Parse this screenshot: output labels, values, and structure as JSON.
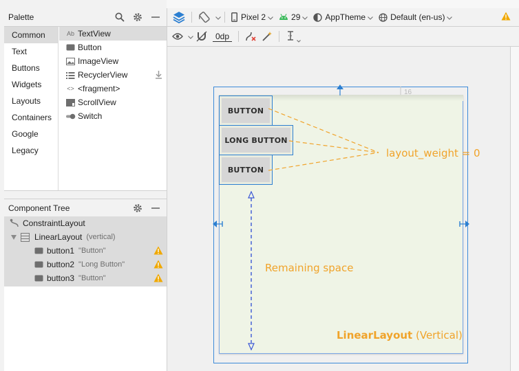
{
  "palette": {
    "title": "Palette",
    "categories": [
      "Common",
      "Text",
      "Buttons",
      "Widgets",
      "Layouts",
      "Containers",
      "Google",
      "Legacy"
    ],
    "active_category": "Common",
    "items": [
      {
        "label": "TextView",
        "icon": "textview-icon",
        "glyph": "Ab"
      },
      {
        "label": "Button",
        "icon": "button-icon",
        "glyph": ""
      },
      {
        "label": "ImageView",
        "icon": "image-icon",
        "glyph": ""
      },
      {
        "label": "RecyclerView",
        "icon": "list-icon",
        "glyph": ""
      },
      {
        "label": "<fragment>",
        "icon": "fragment-icon",
        "glyph": "<>"
      },
      {
        "label": "ScrollView",
        "icon": "scroll-icon",
        "glyph": ""
      },
      {
        "label": "Switch",
        "icon": "switch-icon",
        "glyph": ""
      }
    ]
  },
  "component_tree": {
    "title": "Component Tree",
    "rows": [
      {
        "name": "ConstraintLayout",
        "sub": ""
      },
      {
        "name": "LinearLayout",
        "sub": "(vertical)"
      },
      {
        "name": "button1",
        "sub": "\"Button\""
      },
      {
        "name": "button2",
        "sub": "\"Long Button\""
      },
      {
        "name": "button3",
        "sub": "\"Button\""
      }
    ]
  },
  "toolbar": {
    "device": "Pixel 2",
    "api_level": "29",
    "theme": "AppTheme",
    "locale": "Default (en-us)",
    "margin": "0dp"
  },
  "design": {
    "buttons": [
      "BUTTON",
      "LONG BUTTON",
      "BUTTON"
    ],
    "annotation": "layout_weight = 0",
    "remaining": "Remaining space",
    "layout_label_bold": "LinearLayout",
    "layout_label_rest": " (Vertical)",
    "ruler_number": "16"
  },
  "colors": {
    "accent_blue": "#2c7fd1",
    "annotation_orange": "#f0a32a",
    "warning_yellow": "#f0a800",
    "device_bg": "#eff4e6"
  }
}
